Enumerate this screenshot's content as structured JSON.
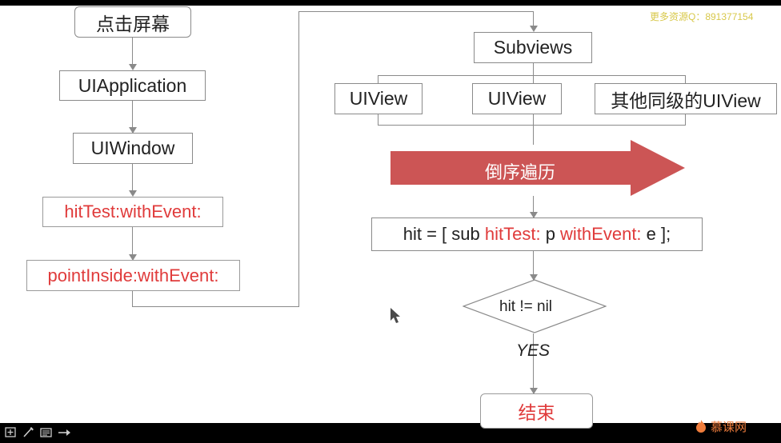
{
  "watermark": {
    "top_right": "更多资源Q：891377154",
    "logo_text": "慕课网"
  },
  "toolbar": {
    "icons": [
      "pen-tool-icon",
      "highlighter-icon",
      "note-icon",
      "arrow-icon"
    ]
  },
  "diagram": {
    "type": "flowchart",
    "left_column": [
      {
        "id": "tap-screen",
        "label": "点击屏幕",
        "style": "rounded-dark-text"
      },
      {
        "id": "uiapplication",
        "label": "UIApplication",
        "style": "dark-text"
      },
      {
        "id": "uiwindow",
        "label": "UIWindow",
        "style": "dark-text"
      },
      {
        "id": "hittest-withevent",
        "label": "hitTest:withEvent:",
        "style": "red-text"
      },
      {
        "id": "pointinside-withevent",
        "label": "pointInside:withEvent:",
        "style": "red-text"
      }
    ],
    "right_column": {
      "subviews": "Subviews",
      "children": [
        "UIView",
        "UIView",
        "其他同级的UIView"
      ],
      "big_arrow_label": "倒序遍历",
      "statement": {
        "prefix": "hit = [ sub ",
        "red_1": "hitTest:",
        "mid": " p ",
        "red_2": "withEvent:",
        "suffix": " e ];"
      },
      "decision": "hit != nil",
      "decision_branch_label": "YES",
      "end_node": "结束"
    },
    "colors": {
      "red_text": "#e03b3b",
      "big_arrow": "#cc5555",
      "box_border": "#8a8a8a",
      "dark_text": "#222222"
    }
  }
}
